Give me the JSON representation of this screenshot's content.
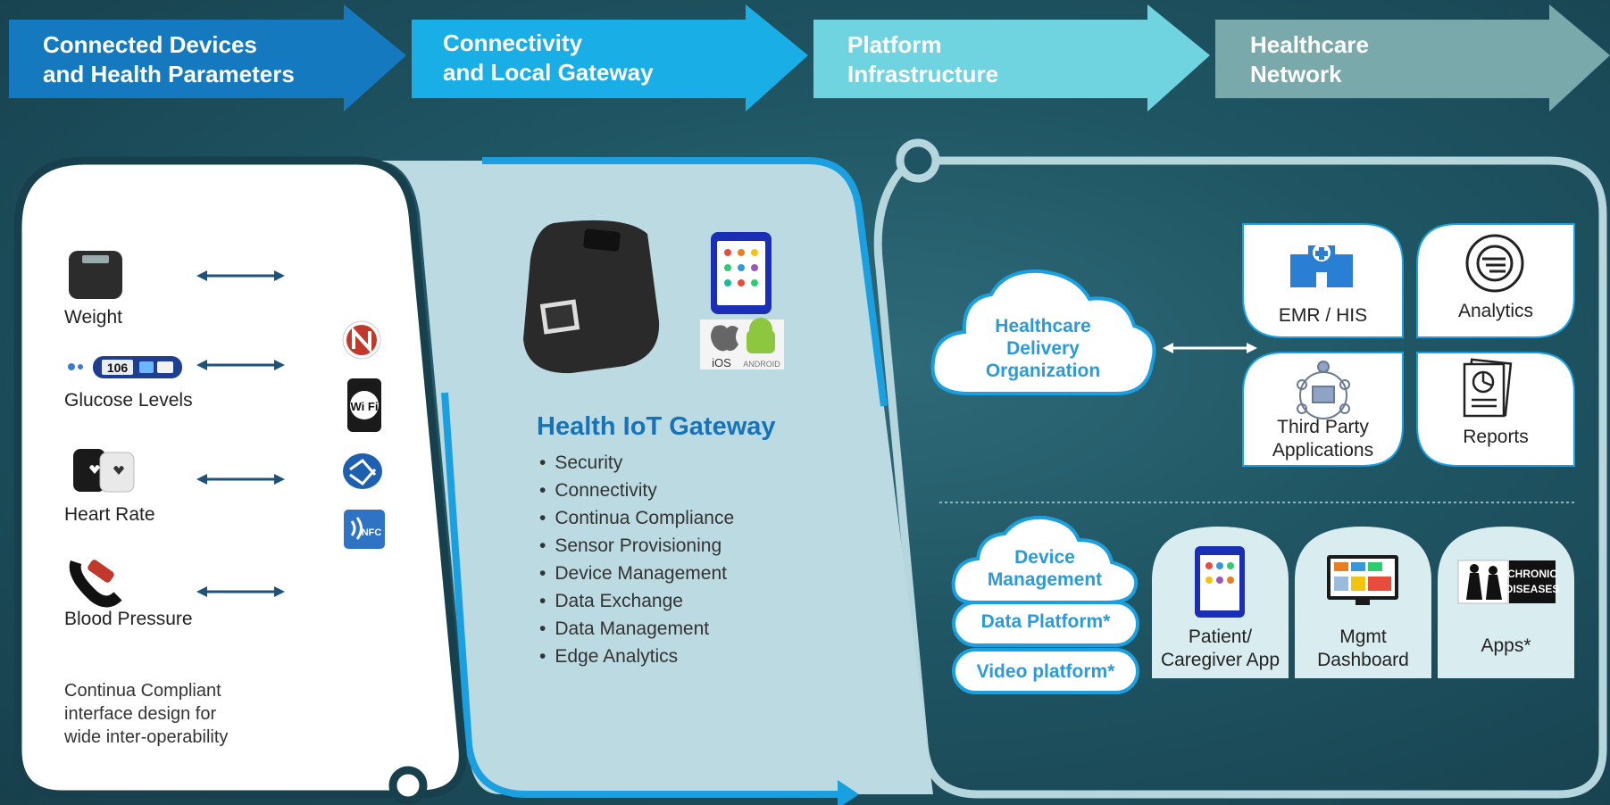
{
  "header": {
    "stage_1": "Connected Devices\nand Health Parameters",
    "stage_2": "Connectivity\nand Local Gateway",
    "stage_3": "Platform\nInfrastructure",
    "stage_4": "Healthcare\nNetwork"
  },
  "devices": {
    "weight": "Weight",
    "glucose": "Glucose Levels",
    "glucose_display": "106",
    "heart_rate": "Heart Rate",
    "blood_pressure": "Blood Pressure",
    "note": "Continua Compliant\ninterface design for\nwide inter-operability"
  },
  "connectivity_icons": {
    "wifi": "Wi Fi",
    "nfc": "NFC"
  },
  "gateway": {
    "ios_label": "iOS",
    "android_label": "ANDROID",
    "title": "Health IoT Gateway",
    "features": [
      "Security",
      "Connectivity",
      "Continua Compliance",
      "Sensor Provisioning",
      "Device Management",
      "Data Exchange",
      "Data Management",
      "Edge Analytics"
    ]
  },
  "platform": {
    "hdo_cloud": "Healthcare\nDelivery\nOrganization",
    "tiles": {
      "emr": "EMR / HIS",
      "analytics": "Analytics",
      "third_party": "Third Party\nApplications",
      "reports": "Reports"
    },
    "clouds": {
      "device_mgmt": "Device\nManagement",
      "data_platform": "Data Platform*",
      "video_platform": "Video platform*"
    },
    "apps": {
      "patient_app": "Patient/\nCaregiver App",
      "mgmt_dashboard": "Mgmt\nDashboard",
      "apps": "Apps*",
      "chronic_badge": "CHRONIC\nDISEASES"
    }
  },
  "colors": {
    "stage_1": "#1479bf",
    "stage_2": "#1aaee6",
    "stage_3": "#6fd4e0",
    "stage_4": "#7aa9ab",
    "accent_blue": "#1773b8",
    "arrow_navy": "#1d5378"
  }
}
